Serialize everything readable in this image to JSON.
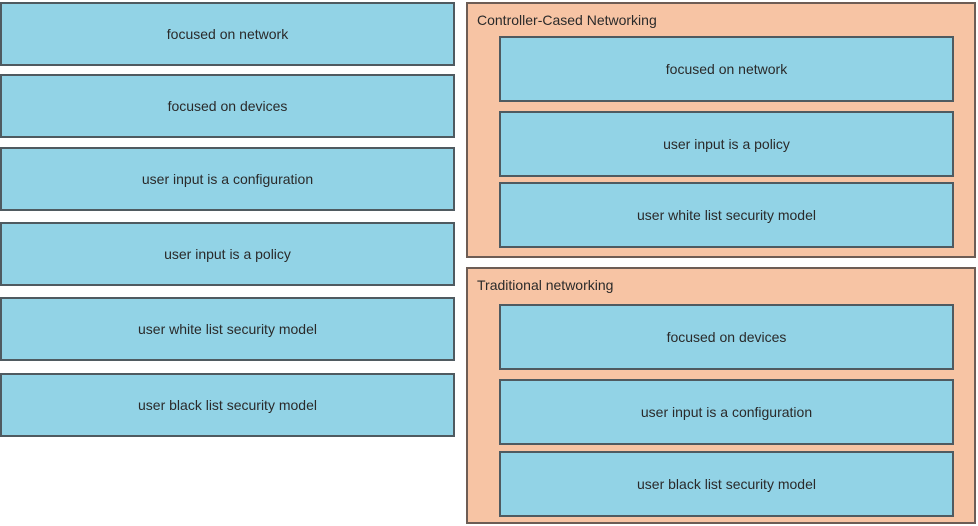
{
  "source_items": [
    {
      "label": "focused on network"
    },
    {
      "label": "focused on devices"
    },
    {
      "label": "user input is a configuration"
    },
    {
      "label": "user input is a policy"
    },
    {
      "label": "user white list security model"
    },
    {
      "label": "user black list security model"
    }
  ],
  "targets": [
    {
      "title": "Controller-Cased Networking",
      "items": [
        {
          "label": "focused on network"
        },
        {
          "label": "user input is a policy"
        },
        {
          "label": "user white list security model"
        }
      ]
    },
    {
      "title": "Traditional networking",
      "items": [
        {
          "label": "focused on devices"
        },
        {
          "label": "user input is a configuration"
        },
        {
          "label": "user black list security model"
        }
      ]
    }
  ],
  "colors": {
    "tile_fill": "#92d3e6",
    "tile_border": "#4f5a60",
    "zone_fill": "#f7c4a4",
    "zone_border": "#6d5d55"
  }
}
